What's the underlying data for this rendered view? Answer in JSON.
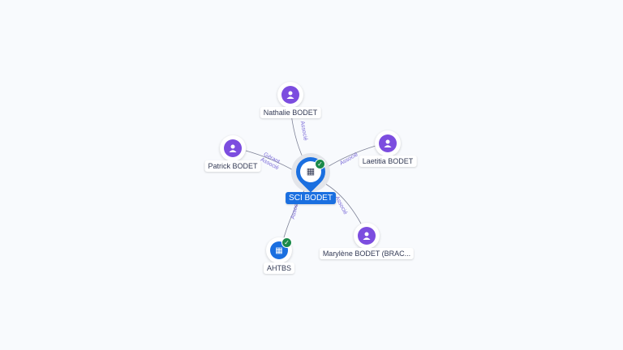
{
  "center": {
    "label": "SCI BODET",
    "verified": true,
    "icon": "building-icon"
  },
  "nodes": [
    {
      "label": "Nathalie BODET",
      "icon": "person-icon",
      "relation": "Associé"
    },
    {
      "label": "Patrick BODET",
      "icon": "person-icon",
      "relation": "Gérant",
      "relation2": "Associé"
    },
    {
      "label": "Laetitia BODET",
      "icon": "person-icon",
      "relation": "Associé"
    },
    {
      "label": "Marylène BODET (BRAC...",
      "icon": "person-icon",
      "relation": "Associé"
    },
    {
      "label": "AHTBS",
      "icon": "building-icon",
      "verified": true,
      "relation": "Associé"
    }
  ],
  "colors": {
    "accent": "#1a6fe0",
    "person": "#7c4ddf",
    "verified": "#1a8a4a",
    "edge_label": "#7a6ad8"
  }
}
